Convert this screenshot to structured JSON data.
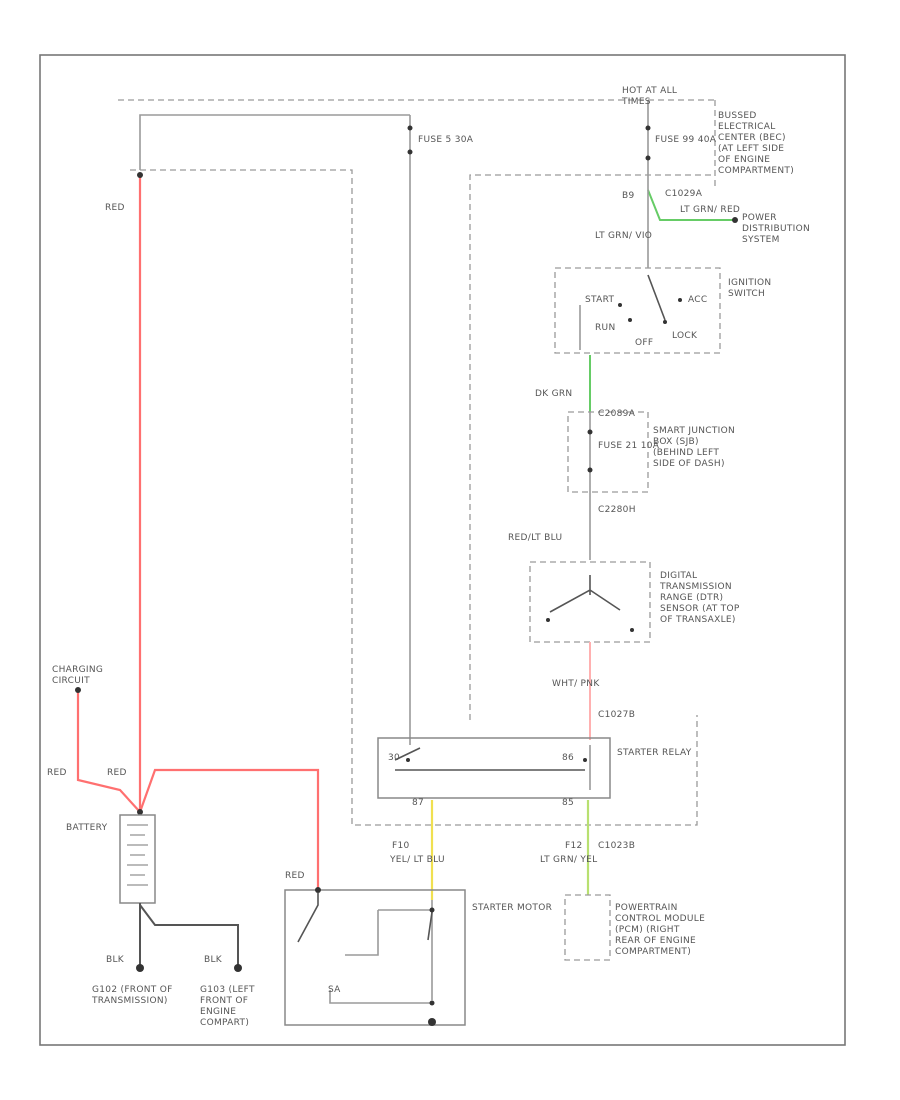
{
  "labels": {
    "hot_at_all_times": "HOT AT ALL TIMES",
    "fuse_5": "FUSE 5 30A",
    "fuse_mid": "FUSE 99 40A",
    "bec": "BUSSED ELECTRICAL CENTER (BEC) (AT LEFT SIDE OF ENGINE COMPARTMENT)",
    "c1029a": "C1029A",
    "pin_b9": "B9",
    "lt_grn_red": "LT GRN/ RED",
    "power_distribution": "POWER DISTRIBUTION SYSTEM",
    "lt_grn_vio": "LT GRN/ VIO",
    "ignition_switch": "IGNITION SWITCH",
    "start": "START",
    "acc": "ACC",
    "run": "RUN",
    "off": "OFF",
    "lock": "LOCK",
    "dk_grn": "DK GRN",
    "c2089a": "C2089A",
    "fuse_21": "FUSE 21 10A",
    "sjb": "SMART JUNCTION BOX (SJB) (BEHIND LEFT SIDE OF DASH)",
    "c2280h": "C2280H",
    "red_lt_blu": "RED/LT BLU",
    "dtr_sensor": "DIGITAL TRANSMISSION RANGE (DTR) SENSOR (AT TOP OF TRANSAXLE)",
    "wht_pnk": "WHT/ PNK",
    "c1027b": "C1027B",
    "starter_relay": "STARTER RELAY",
    "c1023b": "C1023B",
    "yel_lt_blu": "YEL/ LT BLU",
    "lt_grn_yel": "LT GRN/ YEL",
    "pin_f10": "F10",
    "pin_f12": "F12",
    "pcm": "POWERTRAIN CONTROL MODULE (PCM) (RIGHT REAR OF ENGINE COMPARTMENT)",
    "red_1": "RED",
    "red_2": "RED",
    "red_3": "RED",
    "red_4": "RED",
    "charging_circuit": "CHARGING CIRCUIT",
    "battery": "BATTERY",
    "starter_motor": "STARTER MOTOR",
    "blk_1": "BLK",
    "blk_2": "BLK",
    "g102": "G102 (FRONT OF TRANSMISSION)",
    "g103": "G103 (LEFT FRONT OF ENGINE COMPART)",
    "pin_87": "87",
    "pin_30": "30",
    "pin_86": "86",
    "pin_85": "85",
    "pin_sa": "SA"
  },
  "colors": {
    "red_wire": "#ff7070",
    "green_wire": "#66cc66",
    "yellow_wire": "#f0e050",
    "pink_wire": "#ffb0b0",
    "ltgreen_wire": "#b8e070"
  }
}
